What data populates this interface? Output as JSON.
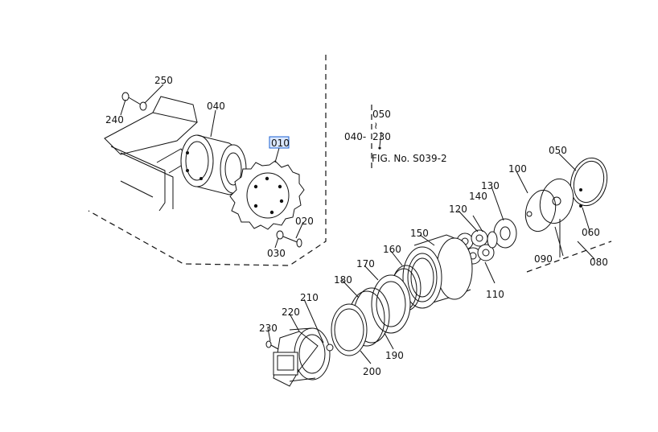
{
  "figure_no": "FIG. No. S039-2",
  "ref_group": {
    "lead": "040-",
    "top": "050",
    "mid": "230",
    "tilde": "≀"
  },
  "highlight_color": "#1a5fd0",
  "callouts": {
    "c010": "010",
    "c020": "020",
    "c030": "030",
    "c040": "040",
    "c050": "050",
    "c060": "060",
    "c080": "080",
    "c090": "090",
    "c100": "100",
    "c110": "110",
    "c120": "120",
    "c130": "130",
    "c140": "140",
    "c150": "150",
    "c160": "160",
    "c170": "170",
    "c180": "180",
    "c190": "190",
    "c200": "200",
    "c210": "210",
    "c220": "220",
    "c230": "230",
    "c240": "240",
    "c250": "250"
  }
}
